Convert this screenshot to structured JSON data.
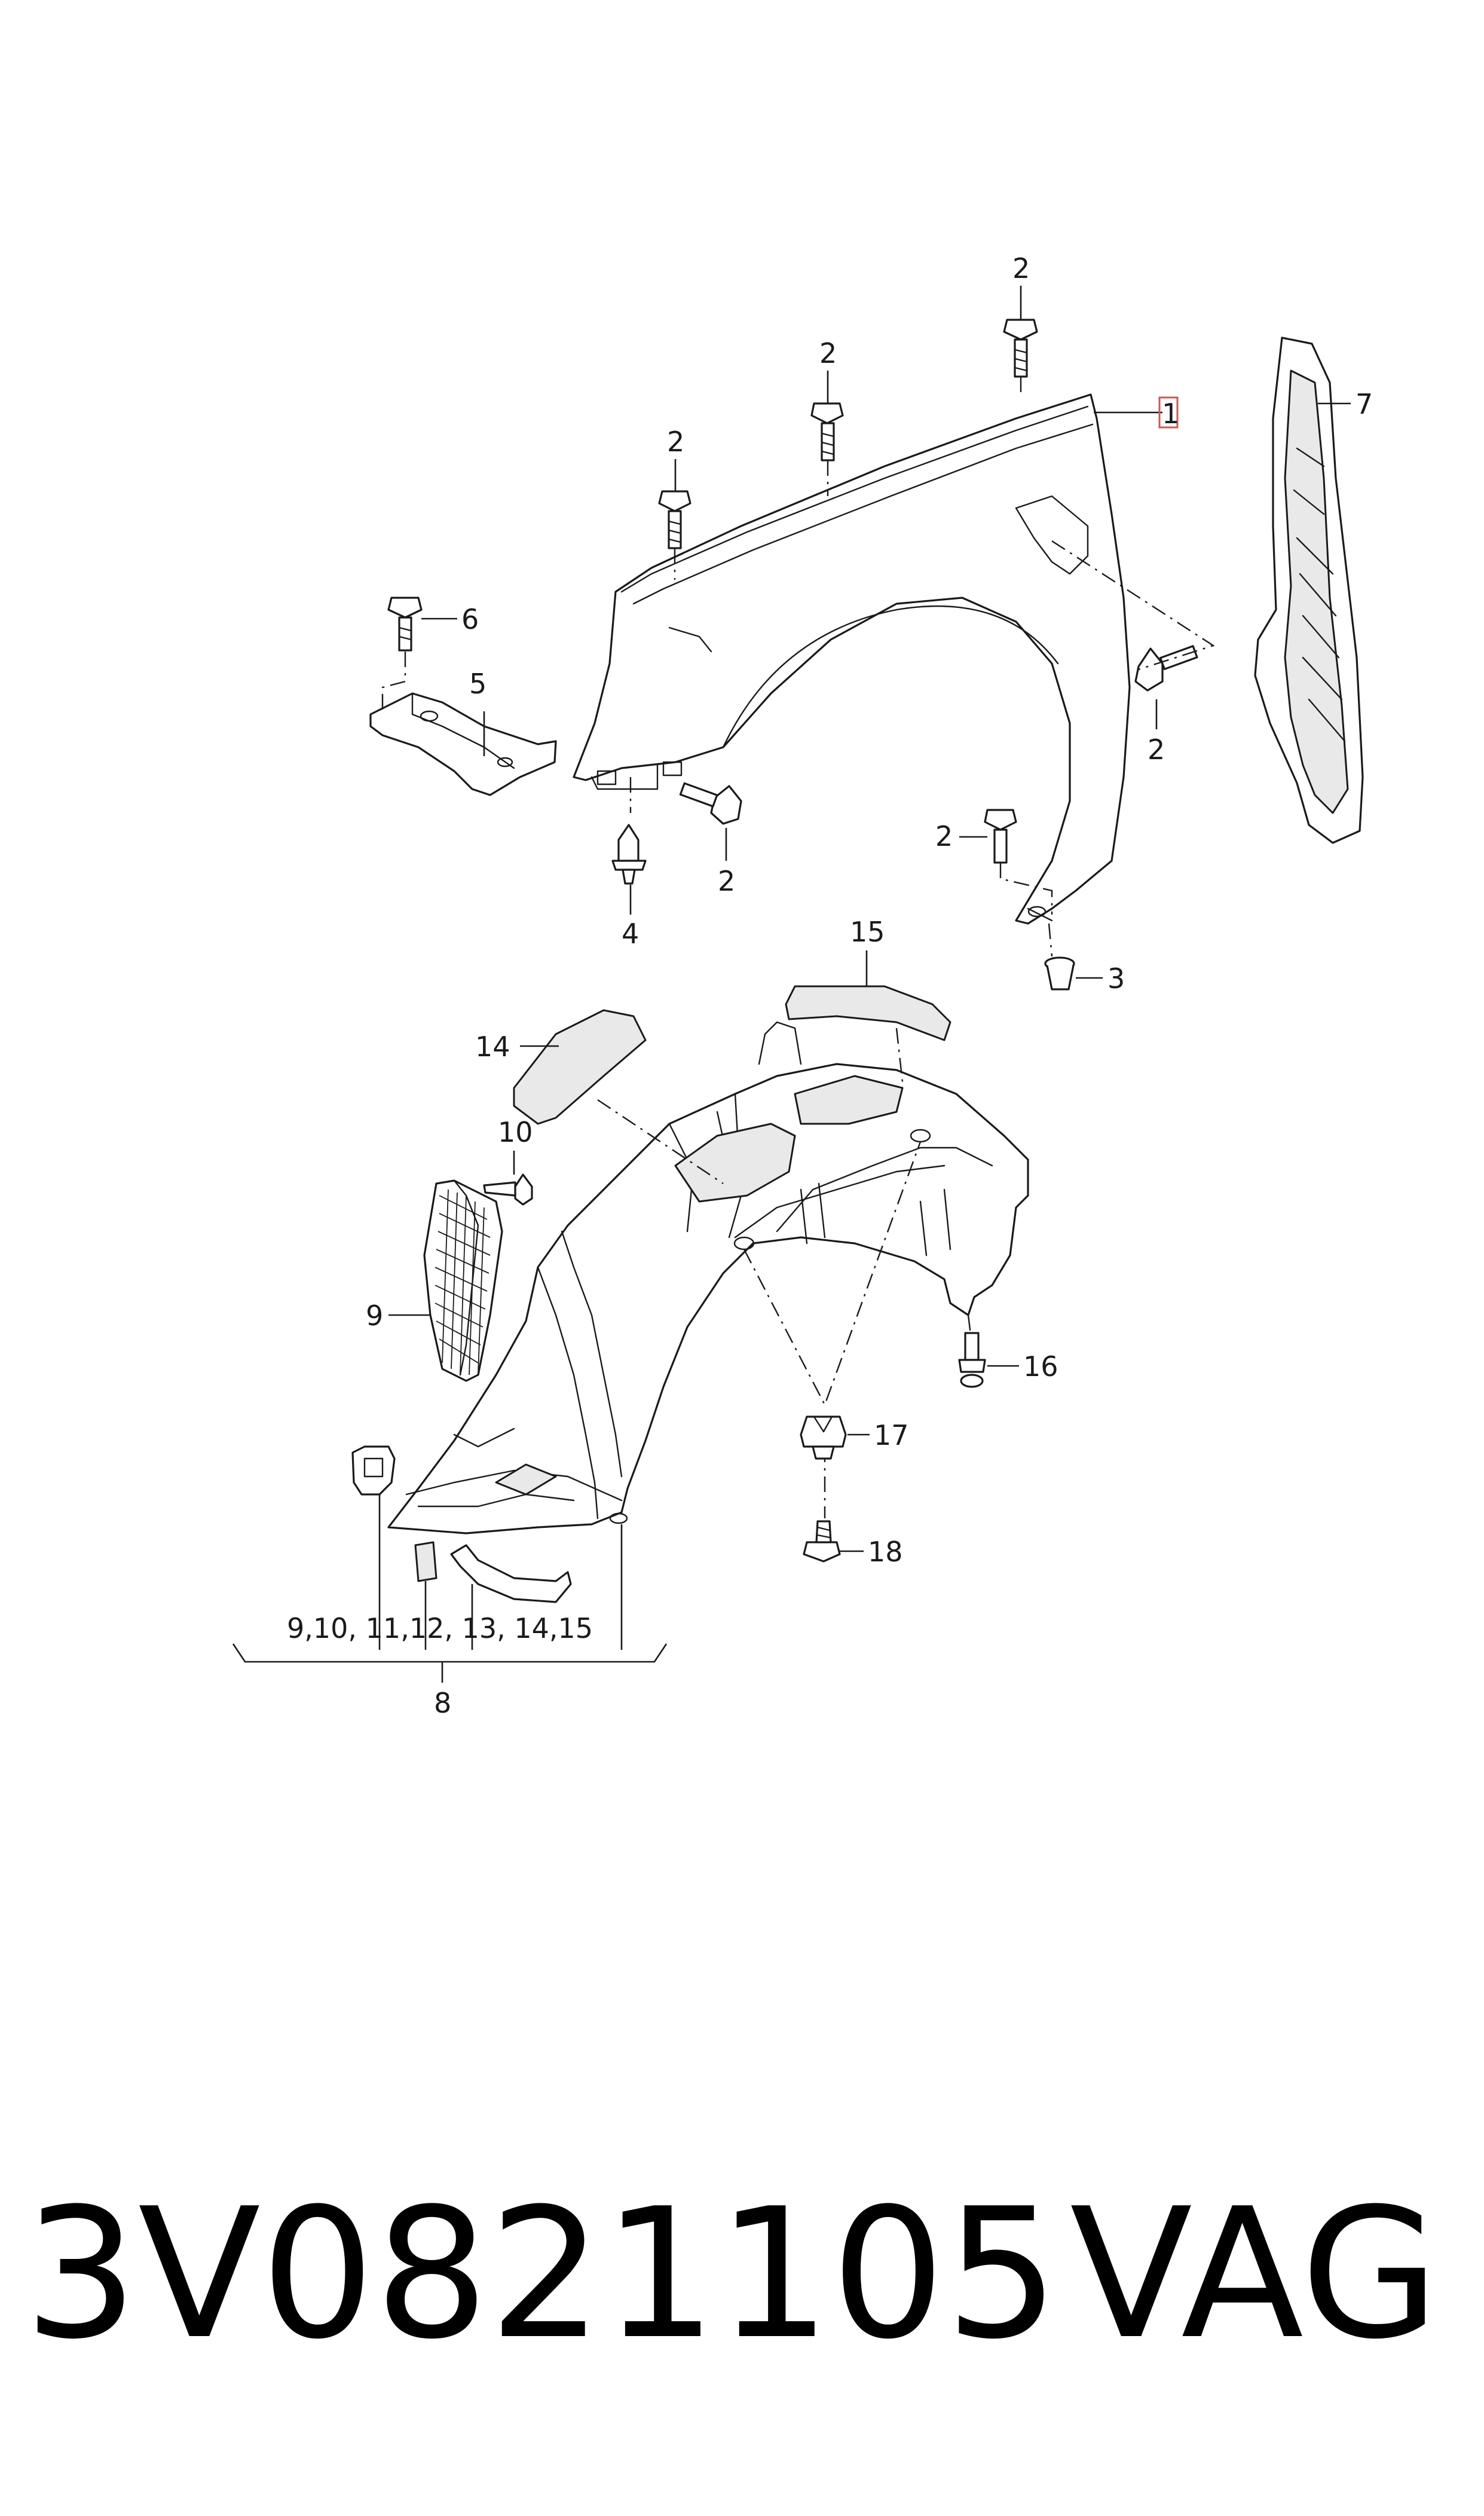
{
  "callouts": {
    "fender": "1",
    "bolt": "2",
    "nut": "3",
    "clip": "4",
    "bracket": "5",
    "bracket_bolt": "6",
    "seal": "7",
    "liner_assembly": "8",
    "grille": "9",
    "grille_screw": "10",
    "rivet": "16",
    "spreader_nut": "17",
    "tapping_screw": "18",
    "pad_front": "14",
    "pad_rear": "15",
    "group_list": "9,10, 11,12, 13, 14,15"
  },
  "footer": {
    "part_number": "3V0821105",
    "brand": "VAG"
  },
  "colors": {
    "line": "#1a1a1a",
    "highlight": "#d9534f",
    "background": "#ffffff"
  }
}
